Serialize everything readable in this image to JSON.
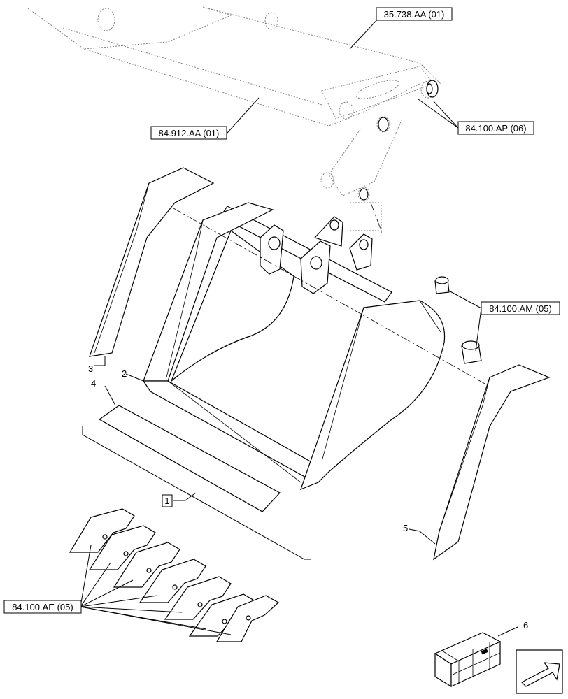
{
  "references": {
    "arm_ref": "35.738.AA (01)",
    "boom_ref": "84.912.AA (01)",
    "pins_ref": "84.100.AP (06)",
    "bushings_ref": "84.100.AM (05)",
    "teeth_ref": "84.100.AE (05)"
  },
  "callouts": {
    "item_1": "1",
    "item_2": "2",
    "item_3": "3",
    "item_4": "4",
    "item_5": "5",
    "item_6": "6"
  },
  "icons": {
    "kit_box": "kit-crate-icon",
    "navigation": "next-page-arrow-icon"
  }
}
